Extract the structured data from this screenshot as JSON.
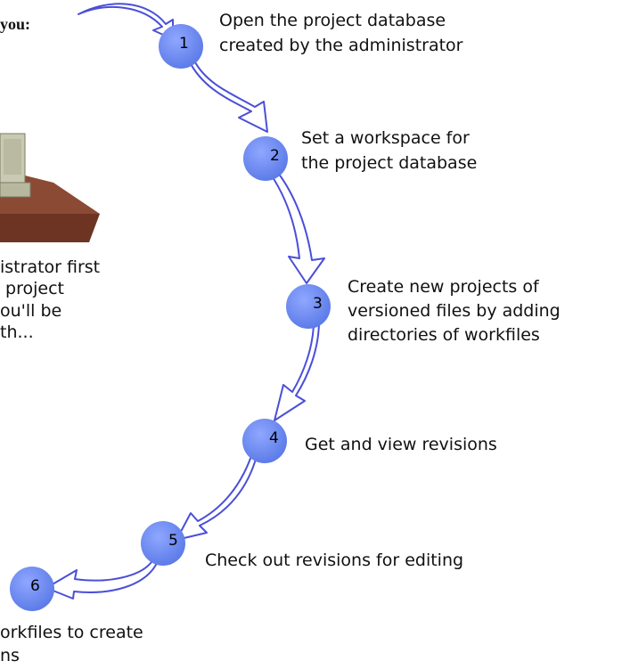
{
  "intro": {
    "heading_fragment": "you:"
  },
  "admin_caption": {
    "lines": [
      "istrator first",
      " project",
      "ou'll be",
      "th..."
    ]
  },
  "steps": [
    {
      "number": "1",
      "label_lines": [
        "Open the project database",
        "created by the administrator"
      ]
    },
    {
      "number": "2",
      "label_lines": [
        "Set a workspace for",
        "the project database"
      ]
    },
    {
      "number": "3",
      "label_lines": [
        "Create new projects of",
        "versioned files by adding",
        "directories of workfiles"
      ]
    },
    {
      "number": "4",
      "label_lines": [
        "Get and view revisions"
      ]
    },
    {
      "number": "5",
      "label_lines": [
        "Check out revisions for editing"
      ]
    },
    {
      "number": "6",
      "label_lines": [
        "orkfiles to create",
        "ns"
      ]
    }
  ],
  "colors": {
    "node_fill": "#6f8cf4",
    "arrow_fill": "#ffffff",
    "arrow_stroke": "#4a4fd8",
    "desk": "#8b4a34",
    "computer": "#c9cab2"
  },
  "icons": {
    "computer": "computer-on-desk-icon"
  }
}
